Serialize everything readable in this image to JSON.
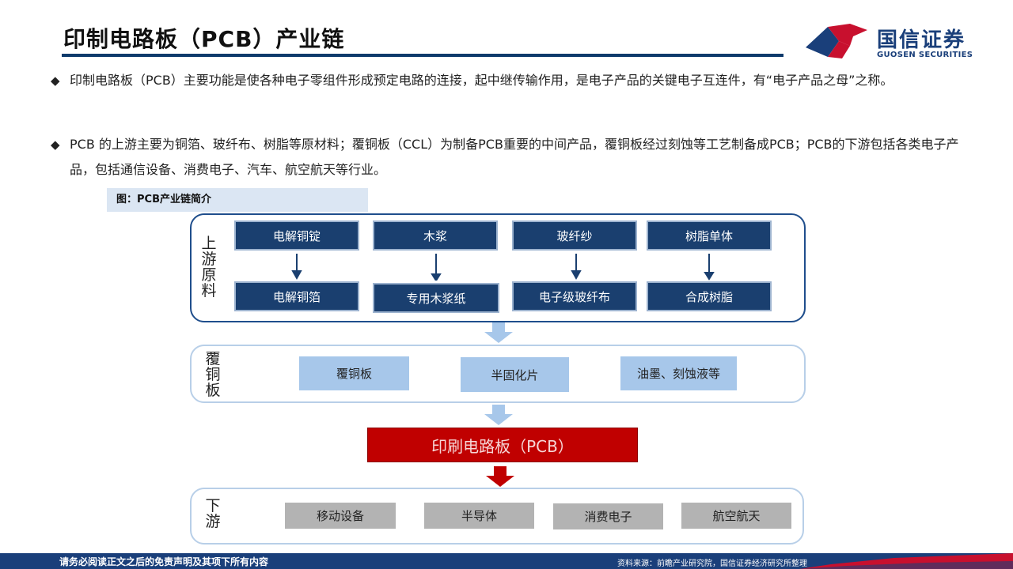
{
  "header": {
    "title": "印制电路板（PCB）产业链",
    "logo_cn": "国信证券",
    "logo_en": "GUOSEN SECURITIES"
  },
  "bullets": [
    "印制电路板（PCB）主要功能是使各种电子零组件形成预定电路的连接，起中继传输作用，是电子产品的关键电子互连件，有“电子产品之母”之称。",
    "PCB 的上游主要为铜箔、玻纤布、树脂等原材料；覆铜板（CCL）为制备PCB重要的中间产品，覆铜板经过刻蚀等工艺制备成PCB；PCB的下游包括各类电子产品，包括通信设备、消费电子、汽车、航空航天等行业。"
  ],
  "figure": {
    "caption": "图：PCB产业链简介",
    "upstream": {
      "label": "上游原料",
      "top_items": [
        "电解铜锭",
        "木浆",
        "玻纤纱",
        "树脂单体"
      ],
      "bottom_items": [
        "电解铜箔",
        "专用木浆纸",
        "电子级玻纤布",
        "合成树脂"
      ]
    },
    "ccl": {
      "label": "覆铜板",
      "items": [
        "覆铜板",
        "半固化片",
        "油墨、刻蚀液等"
      ]
    },
    "pcb": {
      "label": "印刷电路板（PCB）"
    },
    "downstream": {
      "label": "下游",
      "items": [
        "移动设备",
        "半导体",
        "消费电子",
        "航空航天"
      ]
    }
  },
  "footer": {
    "disclaimer": "请务必阅读正文之后的免责声明及其项下所有内容",
    "source": "资料来源：前瞻产业研究院，国信证券经济研究所整理"
  },
  "colors": {
    "brand_blue": "#1a3f7a",
    "dark_box": "#1a3f6f",
    "light_box": "#a7c7ea",
    "gray_box": "#b3b3b3",
    "pcb_red": "#c00000"
  }
}
